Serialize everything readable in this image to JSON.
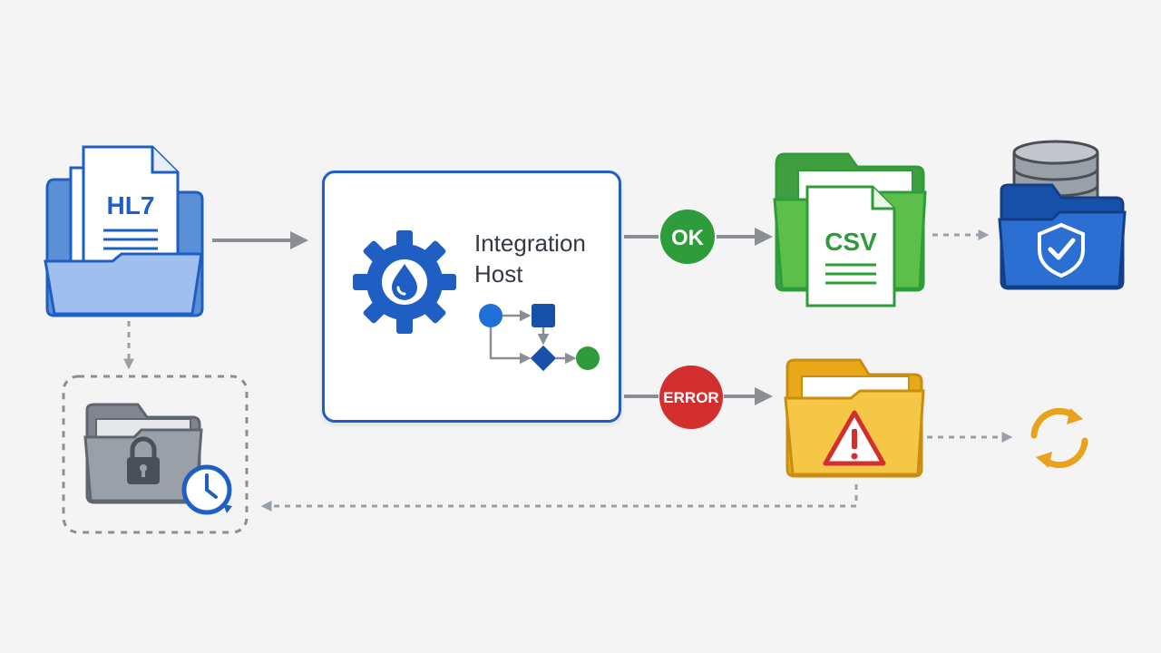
{
  "source": {
    "doc_label": "HL7"
  },
  "host": {
    "title_line1": "Integration",
    "title_line2": "Host"
  },
  "badges": {
    "ok": "OK",
    "error": "ERROR"
  },
  "output": {
    "doc_label": "CSV"
  },
  "colors": {
    "blue": "#1f5fc3",
    "green": "#2e9c3a",
    "red": "#d32f2f",
    "yellow": "#f3b81f",
    "gray": "#8a8f96",
    "archive_gray": "#9aa0a8"
  },
  "icons": [
    "folder-icon",
    "document-icon",
    "gear-icon",
    "droplet-icon",
    "workflow-icon",
    "database-icon",
    "shield-check-icon",
    "warning-icon",
    "lock-icon",
    "clock-icon",
    "sync-icon"
  ]
}
